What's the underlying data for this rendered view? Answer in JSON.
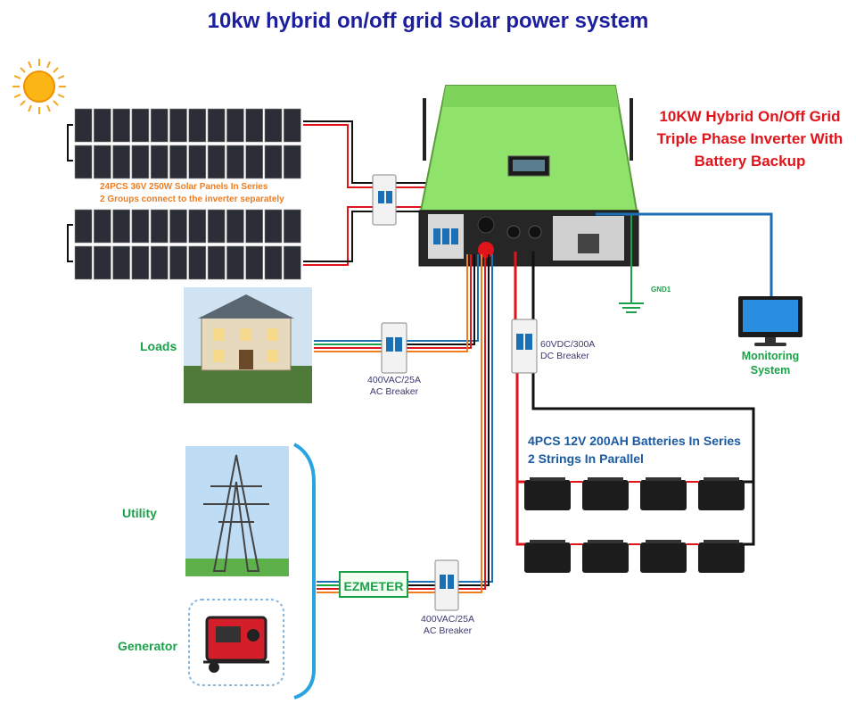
{
  "title": "10kw hybrid on/off grid solar power system",
  "inverter": {
    "caption_line1": "10KW Hybrid On/Off Grid",
    "caption_line2": "Triple Phase Inverter With",
    "caption_line3": "Battery Backup",
    "ground_label": "GND1"
  },
  "solar": {
    "line1": "24PCS 36V 250W Solar Panels In Series",
    "line2": "2 Groups connect to the inverter separately"
  },
  "loads": {
    "label": "Loads",
    "breaker_line1": "400VAC/25A",
    "breaker_line2": "AC Breaker"
  },
  "dc_breaker": {
    "line1": "60VDC/300A",
    "line2": "DC Breaker"
  },
  "monitoring": {
    "line1": "Monitoring",
    "line2": "System"
  },
  "batteries": {
    "line1": "4PCS 12V 200AH Batteries In Series",
    "line2": "2 Strings In Parallel"
  },
  "utility": {
    "label": "Utility"
  },
  "generator": {
    "label": "Generator"
  },
  "meter": {
    "label": "EZMETER"
  },
  "grid_breaker": {
    "line1": "400VAC/25A",
    "line2": "AC Breaker"
  },
  "colors": {
    "title": "#1c1f9e",
    "caption": "#e0141b",
    "green_label": "#1aa14a",
    "orange_label": "#f07c1d",
    "battery_label": "#1a5aa0",
    "inverter_body": "#8fe36a",
    "wire_red": "#e0141b",
    "wire_black": "#111111",
    "wire_blue": "#1a6fb5"
  },
  "icons": [
    "sun-icon",
    "solar-panel-icon",
    "breaker-icon",
    "house-image",
    "tower-image",
    "generator-image",
    "battery-icon",
    "monitor-icon",
    "ground-icon"
  ]
}
